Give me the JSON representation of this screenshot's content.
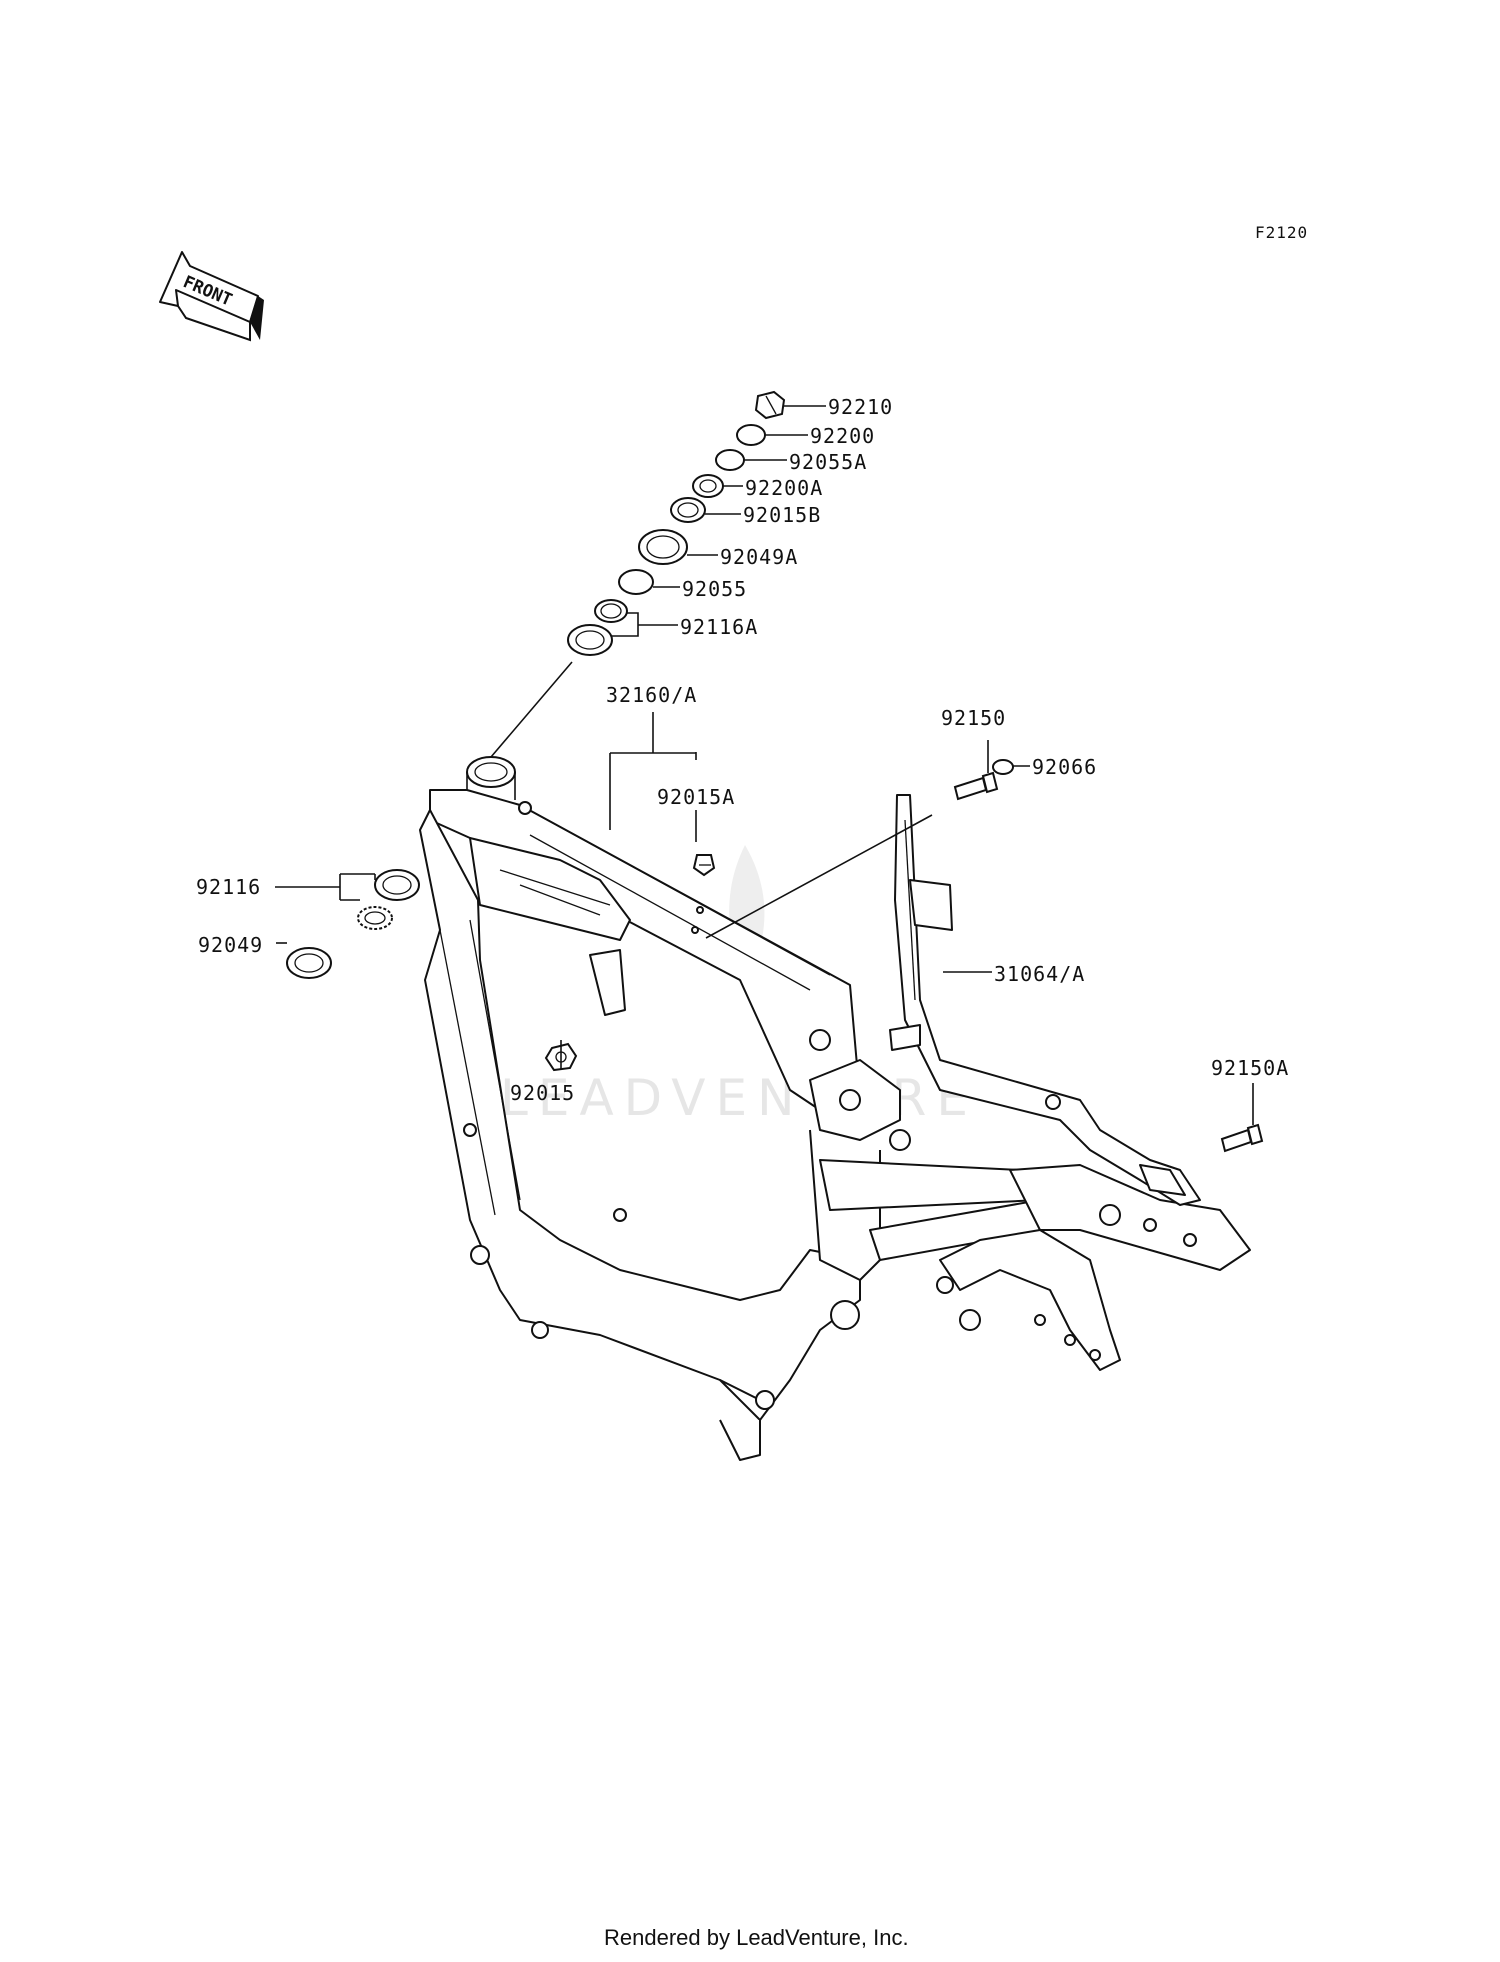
{
  "diagram": {
    "code": "F2120",
    "front_label": "FRONT",
    "watermark": "LEADVENTURE",
    "footer": "Rendered by LeadVenture, Inc.",
    "labels": {
      "p92210": "92210",
      "p92200": "92200",
      "p92055A": "92055A",
      "p92200A": "92200A",
      "p92015B": "92015B",
      "p92049A": "92049A",
      "p92055": "92055",
      "p92116A": "92116A",
      "p32160A": "32160/A",
      "p92015A": "92015A",
      "p92150": "92150",
      "p92066": "92066",
      "p92116": "92116",
      "p92049": "92049",
      "p92015": "92015",
      "p31064A": "31064/A",
      "p92150A": "92150A"
    }
  }
}
